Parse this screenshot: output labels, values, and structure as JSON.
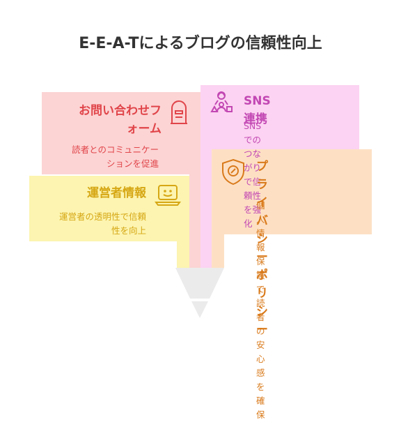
{
  "title": "E-E-A-Tによるブログの信頼性向上",
  "cards": {
    "form": {
      "title": "お問い合わせフォーム",
      "title_lines": [
        "お問い合わせフ",
        "ォーム"
      ],
      "desc_lines": [
        "読者とのコミュニケー",
        "ションを促進"
      ],
      "color": "#e0454a",
      "fill": "#fcd4d4",
      "icon": "mailbox-icon"
    },
    "sns": {
      "title": "SNS連携",
      "desc_lines": [
        "SNSでのつながりで信",
        "頼性を強化"
      ],
      "color": "#c247b3",
      "fill": "#fcd3f2",
      "icon": "network-icon"
    },
    "privacy": {
      "title": "プライバシーポリシー",
      "title_lines": [
        "プライバシーポ",
        "リシー"
      ],
      "desc_lines": [
        "個人情報保護で読者の",
        "安心感を確保"
      ],
      "color": "#d97a1b",
      "fill": "#fde0c4",
      "icon": "shield-icon"
    },
    "operator": {
      "title": "運営者情報",
      "desc_lines": [
        "運営者の透明性で信頼",
        "性を向上"
      ],
      "color": "#d6a714",
      "fill": "#fcf4b0",
      "icon": "laptop-icon"
    }
  },
  "funnel_color": "#ebebeb"
}
